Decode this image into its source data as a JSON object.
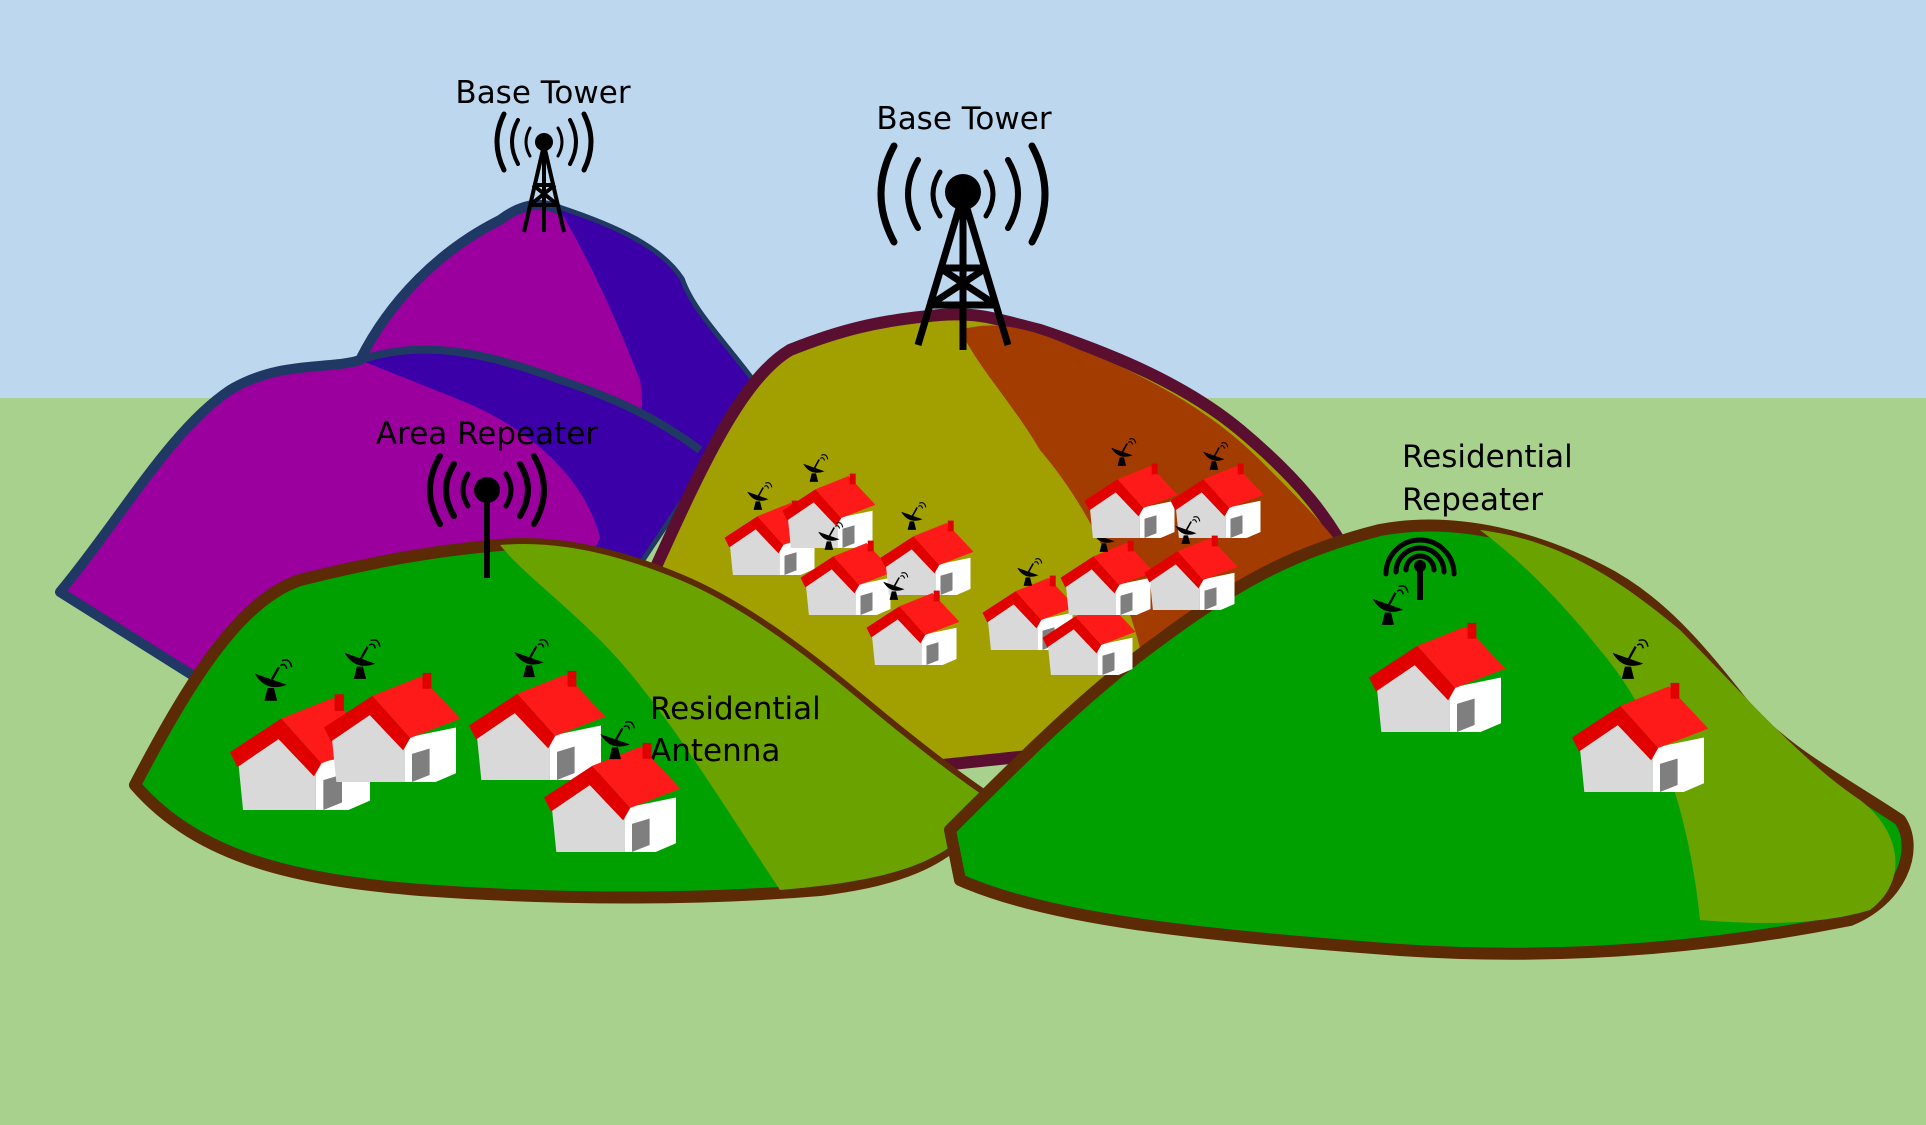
{
  "labels": {
    "base_tower_left": "Base Tower",
    "base_tower_right": "Base Tower",
    "area_repeater": "Area Repeater",
    "residential_antenna_line1": "Residential",
    "residential_antenna_line2": "Antenna",
    "residential_repeater_line1": "Residential",
    "residential_repeater_line2": "Repeater"
  },
  "colors": {
    "sky": "#bdd7ee",
    "ground": "#a9d18e",
    "mountain_purple": "#9b009e",
    "mountain_indigo": "#3b00a8",
    "mountain_outline": "#1f3864",
    "hill_olive": "#a2a000",
    "hill_orange": "#a33c00",
    "hill_outline_dark": "#5a0f30",
    "hill_green": "#00a000",
    "hill_green_light": "#6aa300",
    "hill_outline_brown": "#5c2a05",
    "roof": "#ff0000",
    "wall": "#f2f2f2",
    "door": "#7f7f7f",
    "antenna": "#000000"
  }
}
